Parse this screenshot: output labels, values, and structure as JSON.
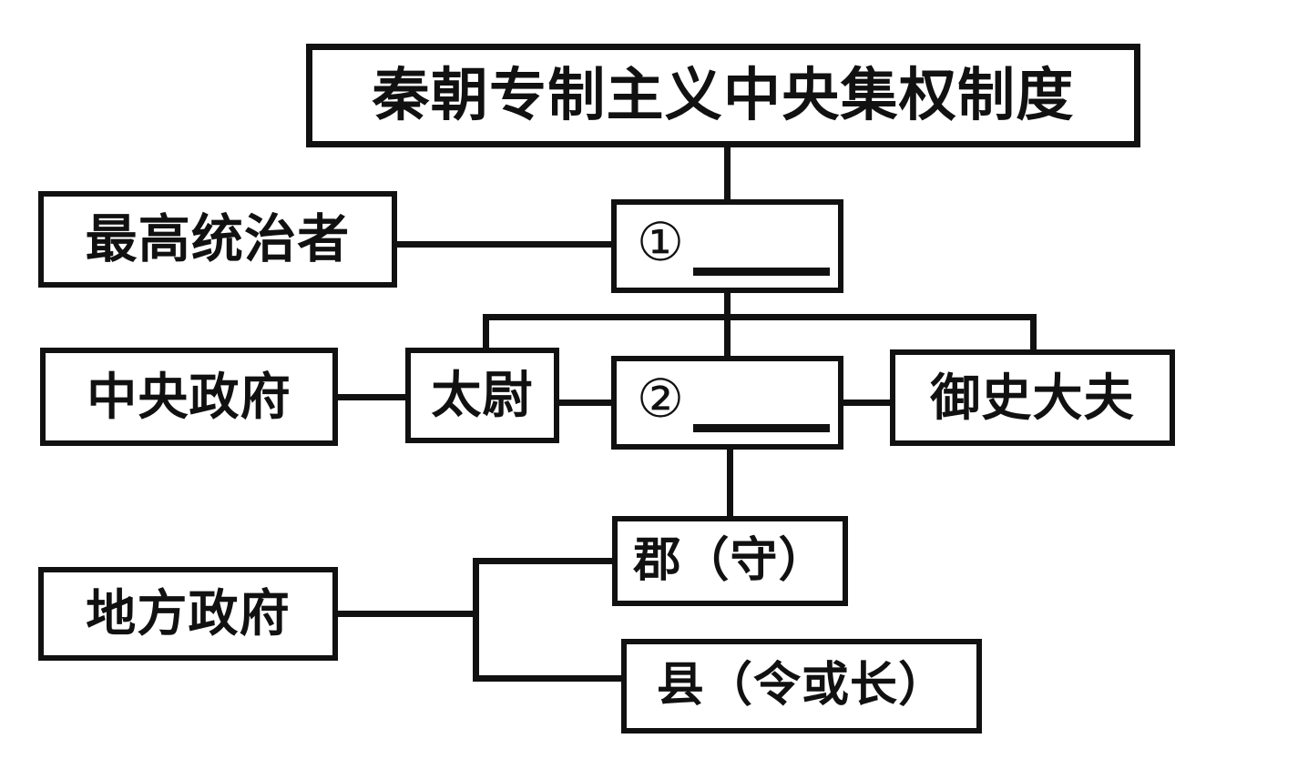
{
  "diagram": {
    "title": "秦朝专制主义中央集权制度",
    "type": "hierarchy-chart",
    "ink_color": "#111111",
    "background_color": "#ffffff",
    "nodes": {
      "title": "秦朝专制主义中央集权制度",
      "supreme_ruler_label": "最高统治者",
      "blank_1": {
        "marker": "①",
        "answer": ""
      },
      "central_gov_label": "中央政府",
      "taiwei": "太尉",
      "blank_2": {
        "marker": "②",
        "answer": ""
      },
      "yushi_dafu": "御史大夫",
      "local_gov_label": "地方政府",
      "jun": "郡（守）",
      "xian": "县（令或长）"
    }
  }
}
